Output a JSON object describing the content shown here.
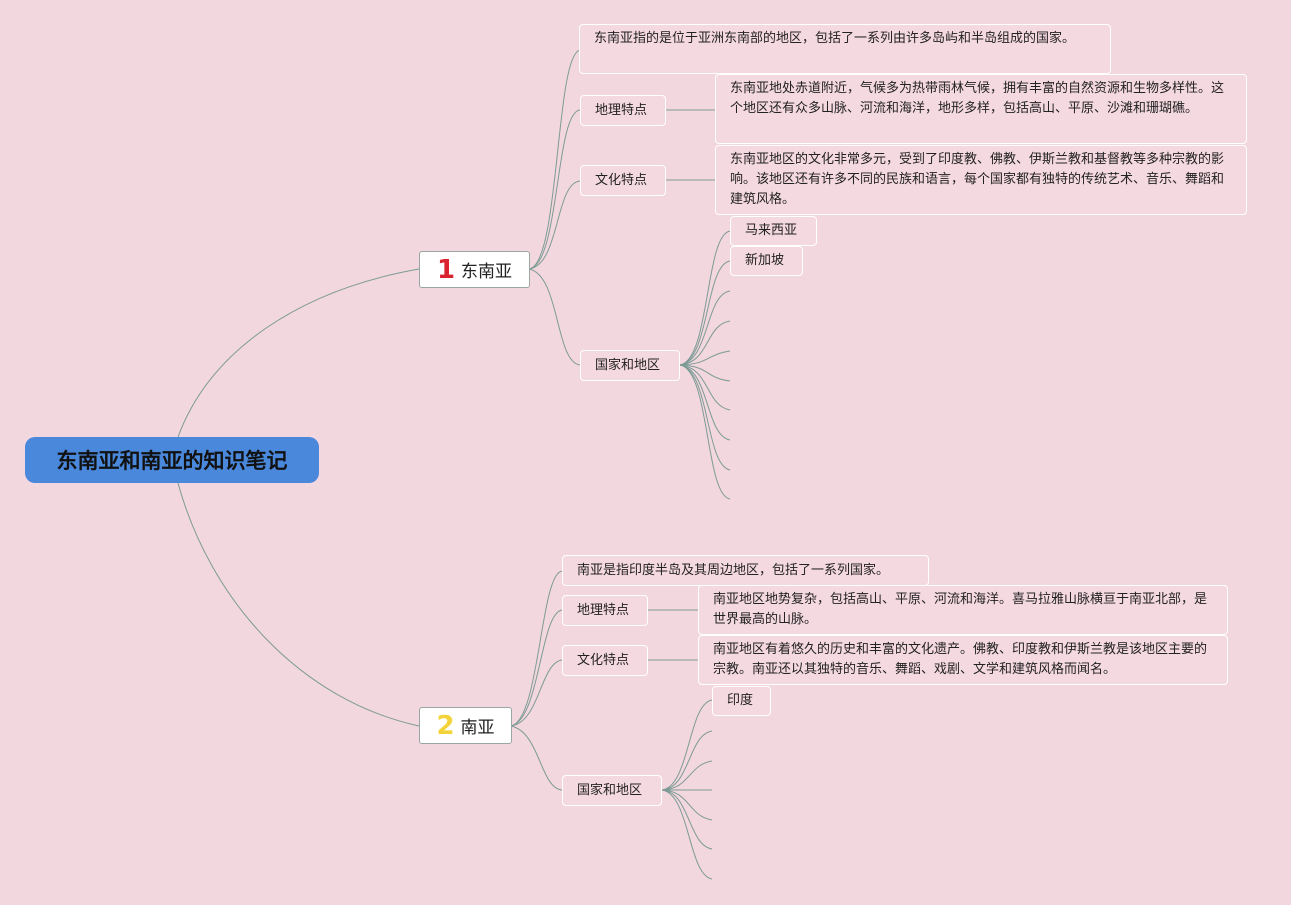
{
  "root": {
    "title": "东南亚和南亚的知识笔记"
  },
  "branches": [
    {
      "num": "1",
      "num_color": "#d9232e",
      "title": "东南亚",
      "definition": "东南亚指的是位于亚洲东南部的地区，包括了一系列由许多岛屿和半岛组成的国家。",
      "geo_label": "地理特点",
      "geo_text": "东南亚地处赤道附近，气候多为热带雨林气候，拥有丰富的自然资源和生物多样性。这个地区还有众多山脉、河流和海洋，地形多样，包括高山、平原、沙滩和珊瑚礁。",
      "culture_label": "文化特点",
      "culture_text": "东南亚地区的文化非常多元，受到了印度教、佛教、伊斯兰教和基督教等多种宗教的影响。该地区还有许多不同的民族和语言，每个国家都有独特的传统艺术、音乐、舞蹈和建筑风格。",
      "countries_label": "国家和地区",
      "countries": [
        "马来西亚",
        "新加坡"
      ]
    },
    {
      "num": "2",
      "num_color": "#f2d43a",
      "title": "南亚",
      "definition": "南亚是指印度半岛及其周边地区，包括了一系列国家。",
      "geo_label": "地理特点",
      "geo_text": "南亚地区地势复杂，包括高山、平原、河流和海洋。喜马拉雅山脉横亘于南亚北部，是世界最高的山脉。",
      "culture_label": "文化特点",
      "culture_text": "南亚地区有着悠久的历史和丰富的文化遗产。佛教、印度教和伊斯兰教是该地区主要的宗教。南亚还以其独特的音乐、舞蹈、戏剧、文学和建筑风格而闻名。",
      "countries_label": "国家和地区",
      "countries": [
        "印度"
      ]
    }
  ],
  "colors": {
    "background": "#f3d7df",
    "root": "#4a88db",
    "line": "#7d9b95"
  }
}
